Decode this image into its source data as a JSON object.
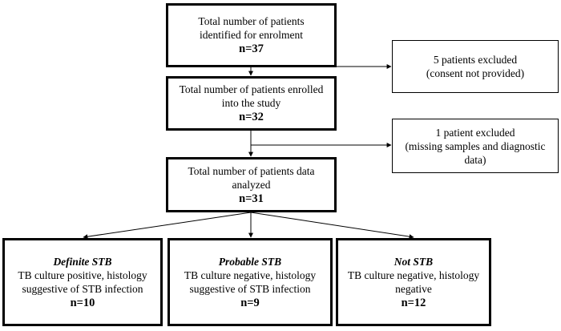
{
  "flow": {
    "identified": {
      "line1": "Total number of patients",
      "line2": "identified for enrolment",
      "n": "n=37"
    },
    "excluded_consent": {
      "line1": "5 patients excluded",
      "line2": "(consent not provided)"
    },
    "enrolled": {
      "line1": "Total number of patients enrolled",
      "line2": "into the study",
      "n": "n=32"
    },
    "excluded_missing": {
      "line1": "1 patient excluded",
      "line2": "(missing samples and diagnostic",
      "line3": "data)"
    },
    "analyzed": {
      "line1": "Total number of patients data",
      "line2": "analyzed",
      "n": "n=31"
    },
    "outcomes": {
      "definite": {
        "title": "Definite STB",
        "line1": "TB culture positive, histology",
        "line2": "suggestive of STB infection",
        "n": "n=10"
      },
      "probable": {
        "title": "Probable STB",
        "line1": "TB culture negative, histology",
        "line2": "suggestive of STB infection",
        "n": "n=9"
      },
      "not": {
        "title": "Not STB",
        "line1": "TB culture negative, histology",
        "line2": "negative",
        "n": "n=12"
      }
    }
  }
}
